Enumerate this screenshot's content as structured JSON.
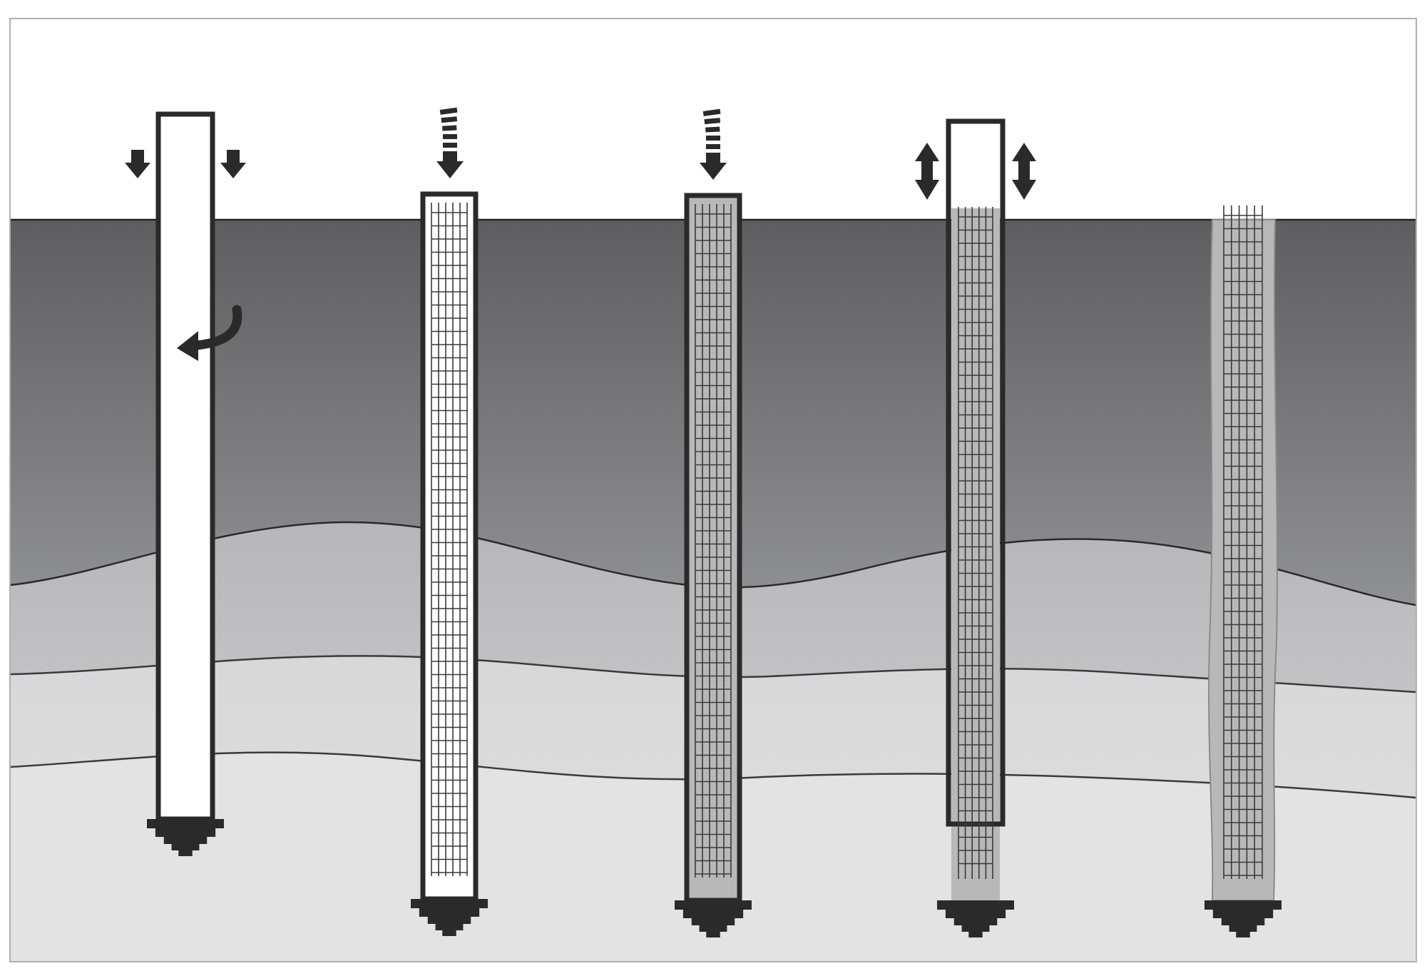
{
  "diagram": {
    "steps": [
      {
        "id": "step-1",
        "casing": "open",
        "reinforcement": false,
        "concrete": false,
        "actions": [
          "push-down",
          "rotate"
        ]
      },
      {
        "id": "step-2",
        "casing": "full",
        "reinforcement": true,
        "concrete": false,
        "actions": [
          "insert-cage"
        ]
      },
      {
        "id": "step-3",
        "casing": "full",
        "reinforcement": true,
        "concrete": true,
        "actions": [
          "pour-concrete"
        ]
      },
      {
        "id": "step-4",
        "casing": "withdrawing",
        "reinforcement": true,
        "concrete": true,
        "actions": [
          "oscillate-withdraw"
        ]
      },
      {
        "id": "step-5",
        "casing": "none",
        "reinforcement": true,
        "concrete": true,
        "actions": []
      }
    ],
    "soil_layers": 4,
    "icons": {
      "down": "down-arrow-icon",
      "dashed_down": "dashed-down-arrow-icon",
      "rotate": "rotate-arrow-icon",
      "updown": "up-down-arrow-icon",
      "auger": "auger-tip-icon"
    },
    "colors": {
      "sky": "#ffffff",
      "layer_top": "#5e5e60",
      "layer_top_bottom": "#8e8f92",
      "layer_2": "#a9aaac",
      "layer_3": "#d0d0d1",
      "layer_4": "#e3e3e4",
      "casing": "#2a2a2a",
      "concrete": "#b8b8b8",
      "cage": "#3a3a3a",
      "frame": "#b0b0b0"
    }
  }
}
